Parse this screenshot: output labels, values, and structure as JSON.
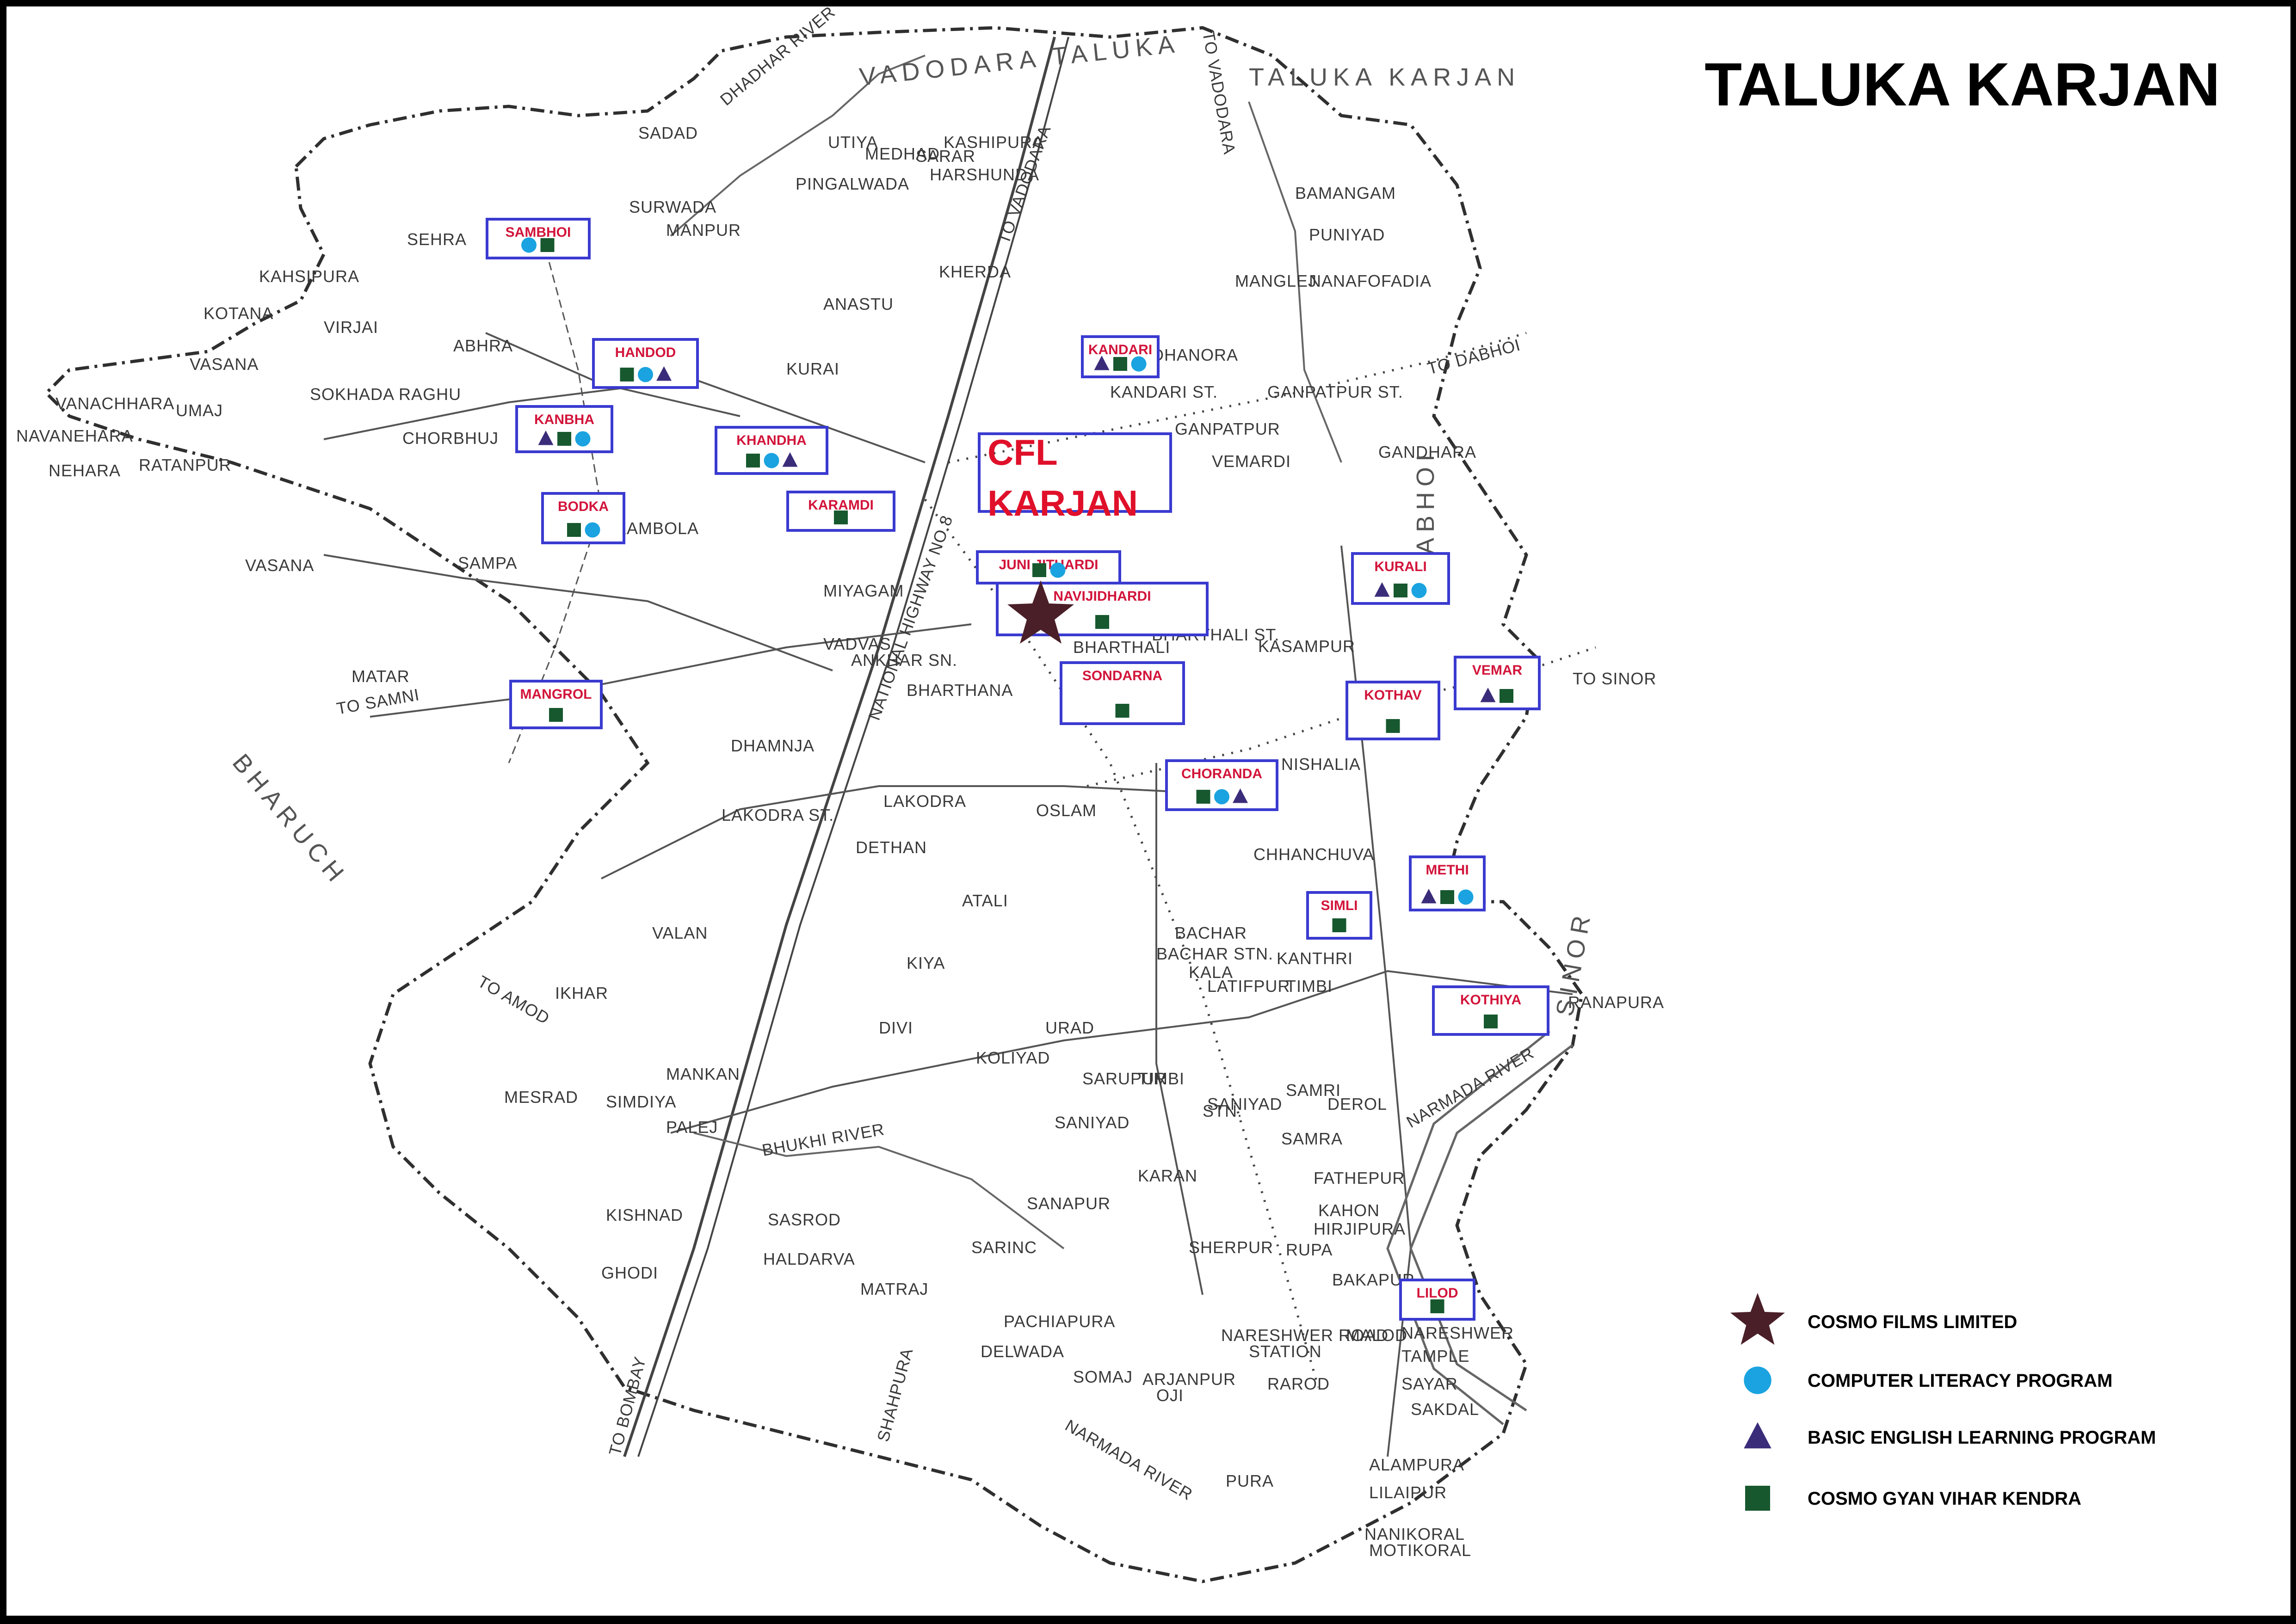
{
  "title": "TALUKA KARJAN",
  "cfl_label": [
    "CFL",
    "KARJAN"
  ],
  "colors": {
    "star": "#4a1f28",
    "circle": "#1aa3e0",
    "triangle": "#3b2c7a",
    "square": "#17582f",
    "box_border": "#3a3ad0",
    "village_text": "#d2143a"
  },
  "legend": [
    {
      "symbol": "star",
      "label": "COSMO FILMS LIMITED"
    },
    {
      "symbol": "circle",
      "label": "COMPUTER LITERACY PROGRAM"
    },
    {
      "symbol": "triangle",
      "label": "BASIC ENGLISH LEARNING PROGRAM"
    },
    {
      "symbol": "square",
      "label": "COSMO GYAN VIHAR KENDRA"
    }
  ],
  "villages": [
    {
      "name": "SAMBHOI",
      "programs": [
        "circle",
        "square"
      ]
    },
    {
      "name": "HANDOD",
      "programs": [
        "square",
        "circle",
        "triangle"
      ]
    },
    {
      "name": "KANBHA",
      "programs": [
        "triangle",
        "square",
        "circle"
      ]
    },
    {
      "name": "KHANDHA",
      "programs": [
        "square",
        "circle",
        "triangle"
      ]
    },
    {
      "name": "BODKA",
      "programs": [
        "square",
        "circle"
      ]
    },
    {
      "name": "KARAMDI",
      "programs": [
        "square"
      ]
    },
    {
      "name": "KANDARI",
      "programs": [
        "triangle",
        "square",
        "circle"
      ]
    },
    {
      "name": "JUNI JITHARDI",
      "programs": [
        "square",
        "circle"
      ]
    },
    {
      "name": "NAVIJIDHARDI",
      "programs": [
        "square"
      ]
    },
    {
      "name": "KURALI",
      "programs": [
        "triangle",
        "square",
        "circle"
      ]
    },
    {
      "name": "MANGROL",
      "programs": [
        "square"
      ]
    },
    {
      "name": "SONDARNA",
      "programs": [
        "square"
      ]
    },
    {
      "name": "KOTHAV",
      "programs": [
        "square"
      ]
    },
    {
      "name": "VEMAR",
      "programs": [
        "triangle",
        "square"
      ]
    },
    {
      "name": "CHORANDA",
      "programs": [
        "square",
        "circle",
        "triangle"
      ]
    },
    {
      "name": "METHI",
      "programs": [
        "triangle",
        "square",
        "circle"
      ]
    },
    {
      "name": "SIMLI",
      "programs": [
        "square"
      ]
    },
    {
      "name": "KOTHIYA",
      "programs": [
        "square"
      ]
    },
    {
      "name": "LILOD",
      "programs": [
        "square"
      ]
    }
  ],
  "base_labels": [
    "VADODARA TALUKA",
    "TALUKA KARJAN",
    "TO VADODARA",
    "SADAD",
    "DHADHAR RIVER",
    "UTIYA",
    "KASHIPURA",
    "MEDHAD",
    "SARAR",
    "HARSHUNDA",
    "PINGALWADA",
    "SURWADA",
    "MANPUR",
    "SEHRA",
    "TO VADODARA",
    "BAMANGAM",
    "PUNIYAD",
    "NANAFOFADIA",
    "MANGLEJ",
    "KHERDA",
    "ANASTU",
    "KAHSIPURA",
    "KOTANA",
    "VIRJAI",
    "VASANA",
    "ABHRA",
    "KURAI",
    "DHANORA",
    "KANDARI ST.",
    "GANPATPUR ST.",
    "TO DABHOI",
    "VANACHHARA",
    "UMAJ",
    "SOKHADA RAGHU",
    "NAVANEHARA",
    "NEHARA",
    "RATANPUR",
    "CHORBHUJ",
    "GANPATPUR",
    "VEMARDI",
    "GANDHARA",
    "KAMBOLA",
    "VASANA",
    "SAMPA",
    "MIYAGAM",
    "BHARTHALI ST.",
    "KASAMPUR",
    "VADVAS",
    "ANKHAR SN.",
    "BHARTHANA",
    "BHARTHALI",
    "MATAR",
    "TO SAMNI",
    "TO SINOR",
    "DHAMNJA",
    "NISHALIA",
    "LAKODRA ST.",
    "LAKODRA",
    "OSLAM",
    "DETHAN",
    "CHHANCHUVA",
    "ATALI",
    "BACHAR",
    "BACHAR STN.",
    "KANTHRI",
    "KALA",
    "LATIFPUR",
    "TIMBI",
    "KIYA",
    "VALAN",
    "IKHAR",
    "TO AMOD",
    "RANAPURA",
    "DIVI",
    "URAD",
    "KOLIYAD",
    "SARUPUR",
    "TIMBI",
    "SANIYAD",
    "SAMRI",
    "DEROL",
    "NARMADA RIVER",
    "MANKAN",
    "MESRAD",
    "SIMDIYA",
    "PALEJ",
    "BHUKHI RIVER",
    "SANIYAD",
    "STN.",
    "SAMRA",
    "KARAN",
    "FATHEPUR",
    "KISHNAD",
    "SASROD",
    "SANAPUR",
    "KAHON",
    "HIRJIPURA",
    "HALDARVA",
    "SARINC",
    "SHERPUR",
    "RUPA",
    "GHODI",
    "MATRAJ",
    "BAKAPUR",
    "PACHIAPURA",
    "DELWADA",
    "NARESHWER ROAD",
    "MALOD",
    "NARESHWER",
    "STATION",
    "TAMPLE",
    "SOMAJ",
    "ARJANPUR",
    "OJI",
    "RAROD",
    "SAYAR",
    "SAKDAL",
    "TO BOMBAY",
    "SHAHPURA",
    "NARMADA RIVER",
    "PURA",
    "ALAMPURA",
    "LILAIPUR",
    "NANIKORAL",
    "MOTIKORAL",
    "NATIONAL HIGHWAY NO.8",
    "DABHOI",
    "SINOR",
    "BHARUCH"
  ]
}
